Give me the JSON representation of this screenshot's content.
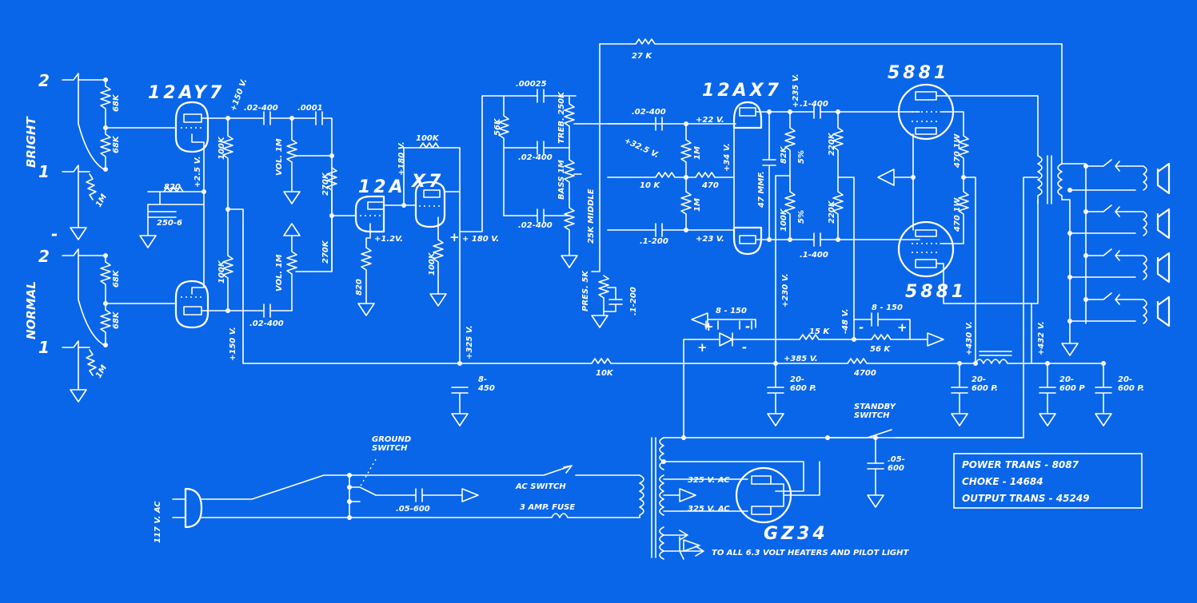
{
  "inputs": {
    "bright": "BRIGHT",
    "normal": "NORMAL",
    "jack_2": "2",
    "jack_1": "1",
    "dash": "-"
  },
  "tubes": {
    "v1": "12AY7",
    "v2a": "12A",
    "v2b": "X7",
    "v3": "12AX7",
    "v4": "5881",
    "v5": "5881",
    "rect": "GZ34"
  },
  "components": {
    "r68k_a": "68K",
    "r68k_b": "68K",
    "r68k_c": "68K",
    "r68k_d": "68K",
    "r1m_a": "1M",
    "r1m_b": "1M",
    "r820": "820",
    "c250_6": "250-6",
    "v2_5": "+2.5 V.",
    "v150_top": "+150 V.",
    "v150_bot": "+150 V.",
    "r100k_a": "100K",
    "r100k_b": "100K",
    "c02_400_a": ".02-400",
    "c0001": ".0001",
    "c02_400_b": ".02-400",
    "vol1": "VOL. 1M",
    "vol2": "VOL. 1M",
    "r270k_a": "270K",
    "r270k_b": "270K",
    "v180_a": "+180 V.",
    "r100k_c": "100K",
    "r100k_d": "100K",
    "v1_2": "+1.2V.",
    "r820b": "820",
    "v180_b": "+ 180 V.",
    "v325": "+325 V.",
    "c8_450": "8-\n450",
    "c00025": ".00025",
    "r56k": "56K",
    "treb": "TREB. 250K",
    "c02_400_c": ".02-400",
    "bass": "BASS 1M",
    "mid": "25K MIDDLE",
    "c02_400_d": ".02-400",
    "pres": "PRES. 5K",
    "c1_200_a": ".1-200",
    "r27k": "27 K",
    "c02_400_e": ".02-400",
    "v22": "+22 V.",
    "v32_5": "+32.5 V.",
    "r1m_c": "1M",
    "r10k_a": "10 K",
    "r470_a": "470",
    "v34": "+34 V.",
    "r1m_d": "1M",
    "c1_200_b": ".1-200",
    "v23": "+23 V.",
    "c47": "47 MMF.",
    "r82k": "82K",
    "pct5_a": "5%",
    "v235": "+235 V.",
    "c1_400_a": ".1-400",
    "r220k_a": "220K",
    "r100k_e": "100K",
    "pct5_b": "5%",
    "r220k_b": "220K",
    "c1_400_b": ".1-400",
    "v230": "+230 V.",
    "r470_b": "470 1W",
    "r470_c": "470 1W",
    "c8_150_a": "8 - 150",
    "v48": "-48 V.",
    "c8_150_b": "8 - 150",
    "r15k": "15 K",
    "r56k_b": "56 K",
    "v385": "+385 V.",
    "r10k_b": "10K",
    "r4700": "4700",
    "v430": "+430 V.",
    "v432": "+432 V.",
    "c20_600_a": "20-\n600 P.",
    "c20_600_b": "20-\n600 P.",
    "c20_600_c": "20-\n600 P",
    "c20_600_d": "20-\n600 P.",
    "standby": "STANDBY\nSWITCH",
    "c05_600_a": ".05-\n600",
    "ground_sw": "GROUND\nSWITCH",
    "c05_600_b": ".05-600",
    "ac_switch": "AC SWITCH",
    "fuse": "3 AMP. FUSE",
    "ac_in": "117 V. AC",
    "v325ac_a": "325 V. AC",
    "v325ac_b": "325 V. AC",
    "heaters": "TO ALL 6.3 VOLT HEATERS AND PILOT LIGHT",
    "plus": "+",
    "minus": "-"
  },
  "legend": {
    "power": "POWER TRANS - 8087",
    "choke": "CHOKE    -  14684",
    "output": "OUTPUT TRANS - 45249"
  },
  "colors": {
    "background": "#0a66e8",
    "ink": "#ffffff"
  }
}
